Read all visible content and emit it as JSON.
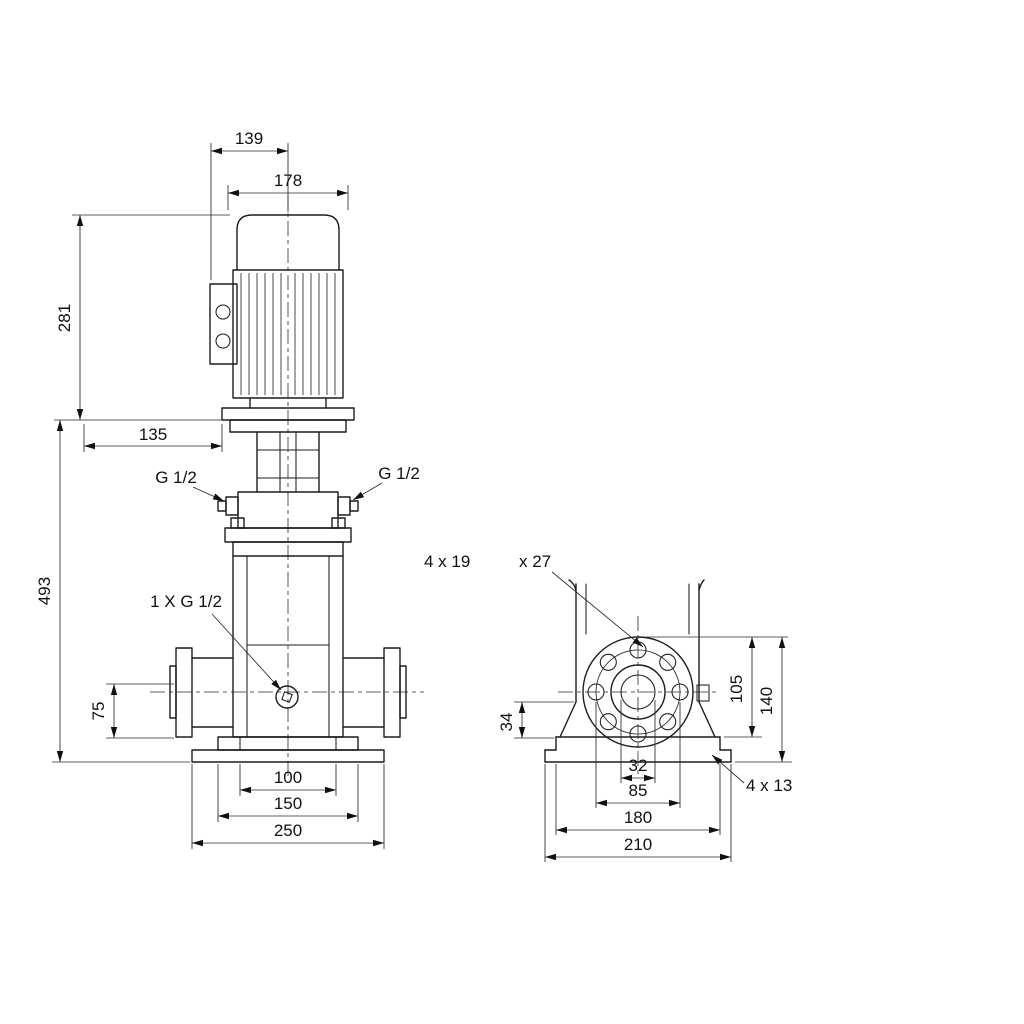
{
  "front_view": {
    "dims": {
      "width_139": "139",
      "width_178": "178",
      "height_281": "281",
      "length_135": "135",
      "height_493": "493",
      "height_75": "75",
      "base_100": "100",
      "base_150": "150",
      "base_250": "250"
    },
    "labels": {
      "left_plug": "G 1/2",
      "right_plug": "G 1/2",
      "drain_plug": "1 X G 1/2"
    }
  },
  "side_view": {
    "dims": {
      "height_34": "34",
      "height_105": "105",
      "height_140": "140",
      "width_32": "32",
      "width_85": "85",
      "base_180": "180",
      "base_210": "210"
    },
    "labels": {
      "flange_holes": "4 x 19",
      "flange_holes_spotface": "x 27",
      "base_holes": "4 x 13"
    }
  }
}
